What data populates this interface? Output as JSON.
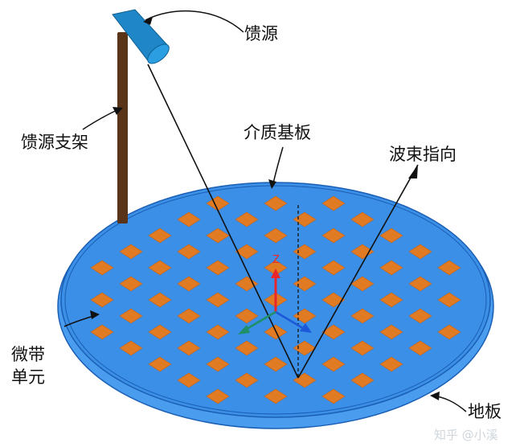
{
  "labels": {
    "feed": "馈源",
    "feed_support": "馈源支架",
    "substrate": "介质基板",
    "beam_direction": "波束指向",
    "microstrip_unit": "微带",
    "microstrip_unit_line2": "单元",
    "ground_plane": "地板",
    "axis_z": "Z",
    "watermark": "知乎 @小溪"
  },
  "colors": {
    "substrate": "#3b8fe6",
    "substrate_edge": "#1a5fb4",
    "ground_plane": "#4a9cef",
    "patch": "#e07b23",
    "patch_edge": "#c0631a",
    "feed_horn": "#1f86c8",
    "feed_support": "#5a3418",
    "axis_z": "#e8262b",
    "axis_x": "#1c59d9",
    "axis_y": "#1f8f6a",
    "ray": "#111111"
  },
  "icons": {
    "feed_horn": "horn-antenna-icon",
    "axis_triad": "xyz-axis-triad-icon"
  }
}
